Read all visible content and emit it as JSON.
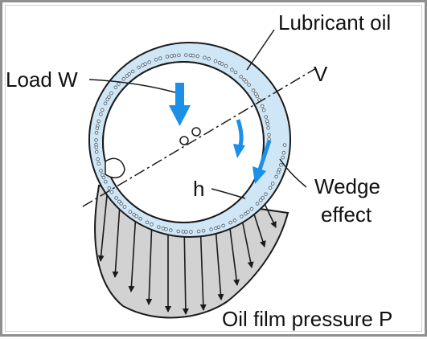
{
  "labels": {
    "lubricant_oil": "Lubricant oil",
    "load": "Load W",
    "velocity": "V",
    "wedge_line1": "Wedge",
    "wedge_line2": "effect",
    "film_thickness": "h",
    "pressure": "Oil film pressure P"
  },
  "colors": {
    "oil_film": "#cfe6f6",
    "oil_particle": "#5a6a78",
    "arrow_blue": "#1a90e8",
    "pressure_region": "#d2d2d2",
    "outline": "#1a1a1a",
    "frame": "#8f8f8f"
  },
  "icons": {
    "load_arrow": "down-arrow-icon",
    "rotation_arrow": "curved-arrow-icon",
    "wedge_arrow": "diagonal-arrow-icon"
  }
}
